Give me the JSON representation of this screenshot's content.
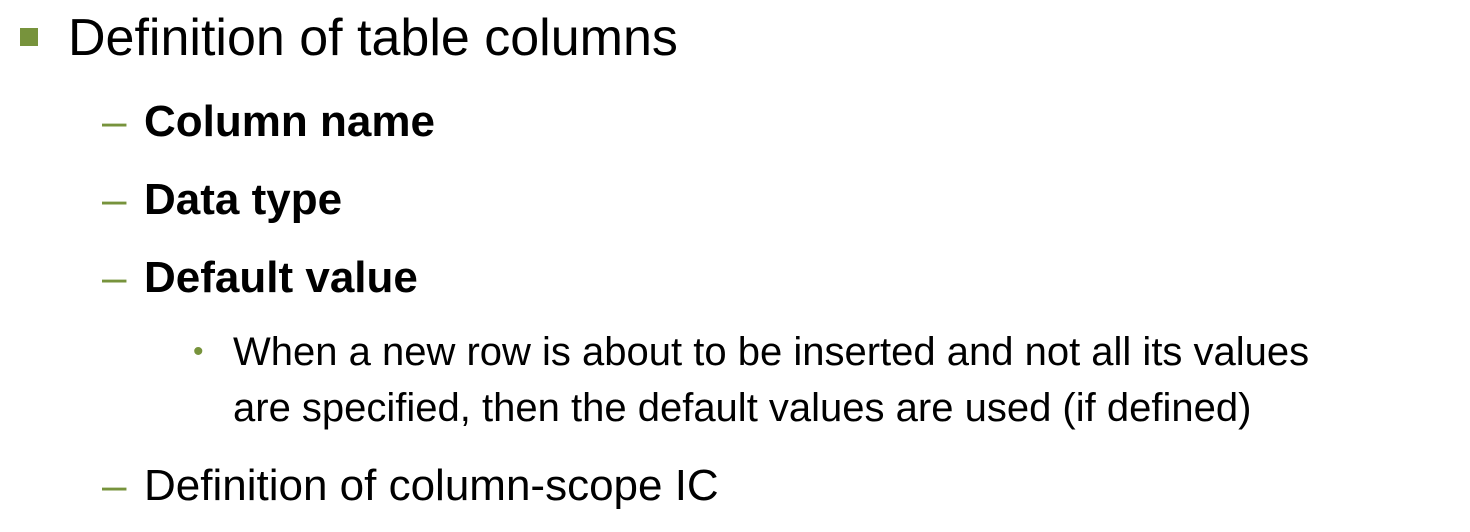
{
  "slide": {
    "heading": "Definition of table columns",
    "items": [
      {
        "dash": "–",
        "label": "Column name"
      },
      {
        "dash": "–",
        "label": "Data type"
      },
      {
        "dash": "–",
        "label": "Default value"
      },
      {
        "dash": "–",
        "label": "Definition of column-scope IC"
      }
    ],
    "sub_bullet": {
      "marker": "•",
      "line1": "When a new row is about to be inserted and not all its values",
      "line2": "are specified, then the default values are used (if defined)"
    },
    "colors": {
      "accent": "#77933c",
      "text": "#000000"
    }
  }
}
